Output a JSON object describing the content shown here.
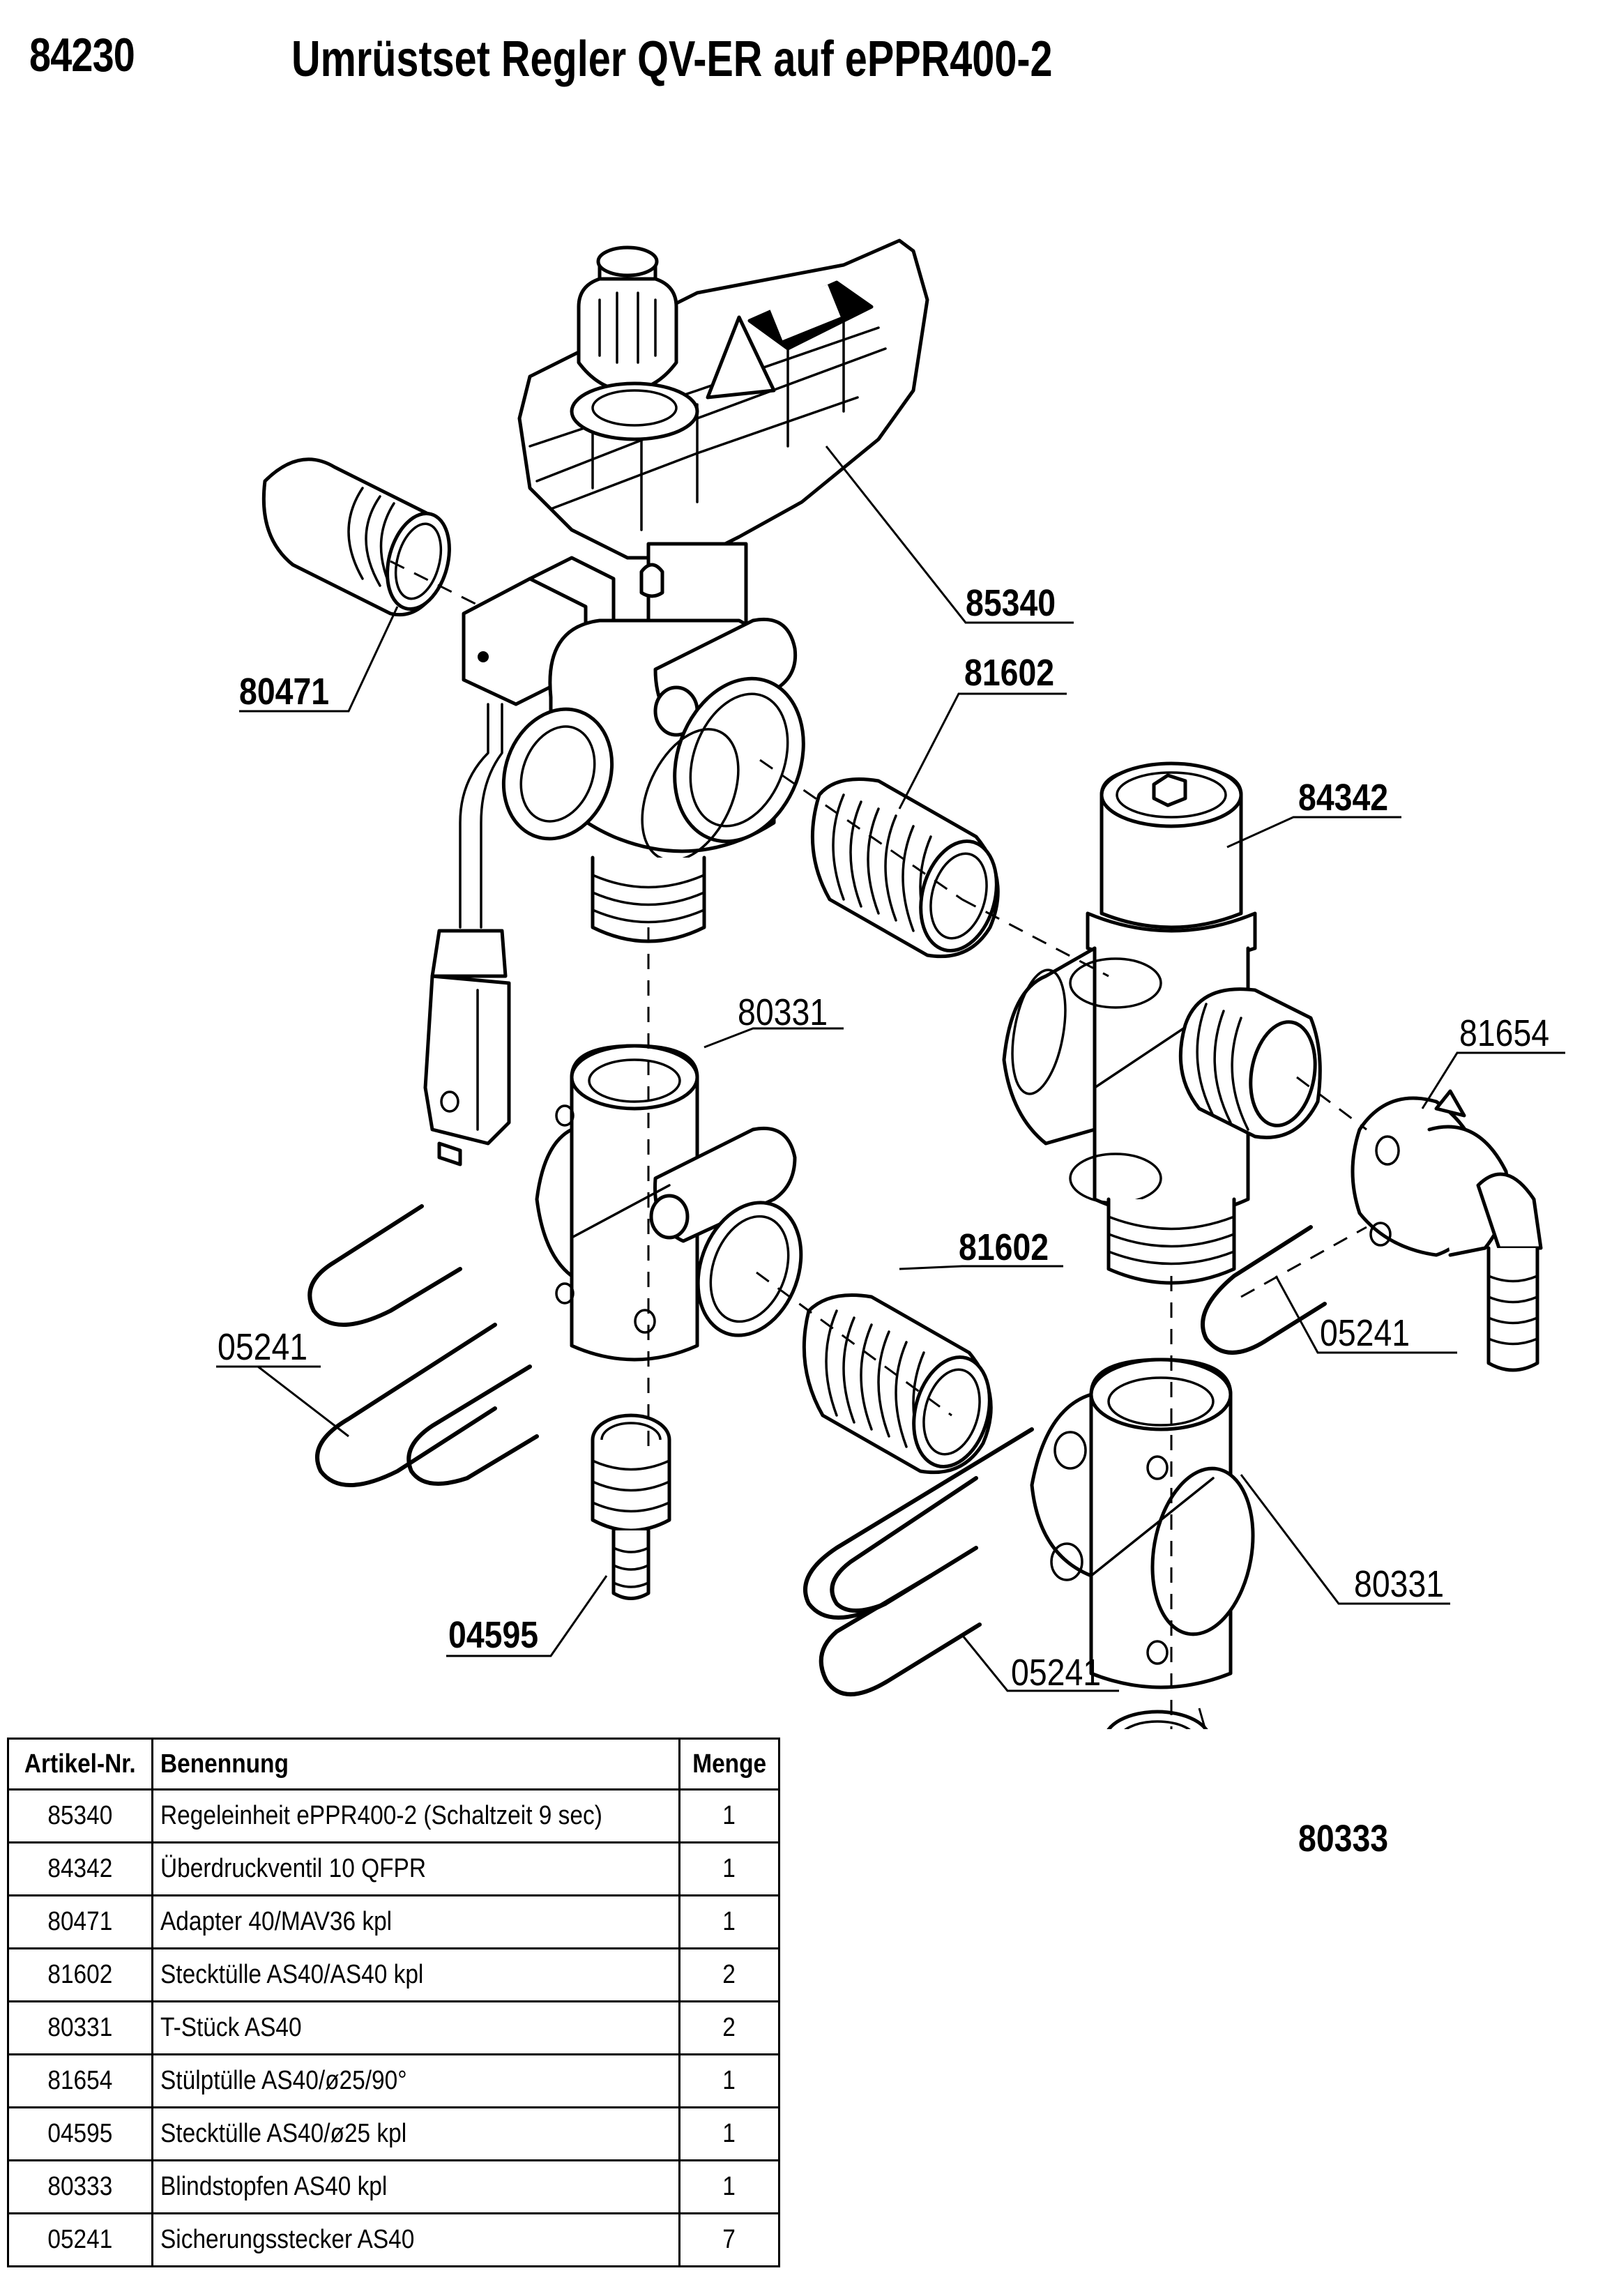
{
  "header": {
    "kit_number": "84230",
    "title": "Umrüstset Regler QV-ER auf ePPR400-2"
  },
  "diagram": {
    "callouts": [
      {
        "id": "85340",
        "label": "85340",
        "bold": true
      },
      {
        "id": "80471",
        "label": "80471",
        "bold": true
      },
      {
        "id": "81602-top",
        "label": "81602",
        "bold": true
      },
      {
        "id": "84342",
        "label": "84342",
        "bold": true
      },
      {
        "id": "80331-top",
        "label": "80331",
        "bold": false
      },
      {
        "id": "81654",
        "label": "81654",
        "bold": false
      },
      {
        "id": "81602-mid",
        "label": "81602",
        "bold": true
      },
      {
        "id": "05241-right",
        "label": "05241",
        "bold": false
      },
      {
        "id": "05241-left",
        "label": "05241",
        "bold": false
      },
      {
        "id": "04595",
        "label": "04595",
        "bold": true
      },
      {
        "id": "80331-bottom",
        "label": "80331",
        "bold": false
      },
      {
        "id": "05241-bottom",
        "label": "05241",
        "bold": false
      },
      {
        "id": "80333",
        "label": "80333",
        "bold": true
      }
    ]
  },
  "parts_table": {
    "headers": {
      "article_no": "Artikel-Nr.",
      "description": "Benennung",
      "quantity": "Menge"
    },
    "rows": [
      {
        "article_no": "85340",
        "description": "Regeleinheit ePPR400-2 (Schaltzeit 9 sec)",
        "quantity": "1"
      },
      {
        "article_no": "84342",
        "description": "Überdruckventil 10 QFPR",
        "quantity": "1"
      },
      {
        "article_no": "80471",
        "description": "Adapter 40/MAV36 kpl",
        "quantity": "1"
      },
      {
        "article_no": "81602",
        "description": "Stecktülle AS40/AS40 kpl",
        "quantity": "2"
      },
      {
        "article_no": "80331",
        "description": "T-Stück AS40",
        "quantity": "2"
      },
      {
        "article_no": "81654",
        "description": "Stülptülle AS40/ø25/90°",
        "quantity": "1"
      },
      {
        "article_no": "04595",
        "description": "Stecktülle AS40/ø25 kpl",
        "quantity": "1"
      },
      {
        "article_no": "80333",
        "description": "Blindstopfen AS40 kpl",
        "quantity": "1"
      },
      {
        "article_no": "05241",
        "description": "Sicherungsstecker AS40",
        "quantity": "7"
      }
    ]
  }
}
